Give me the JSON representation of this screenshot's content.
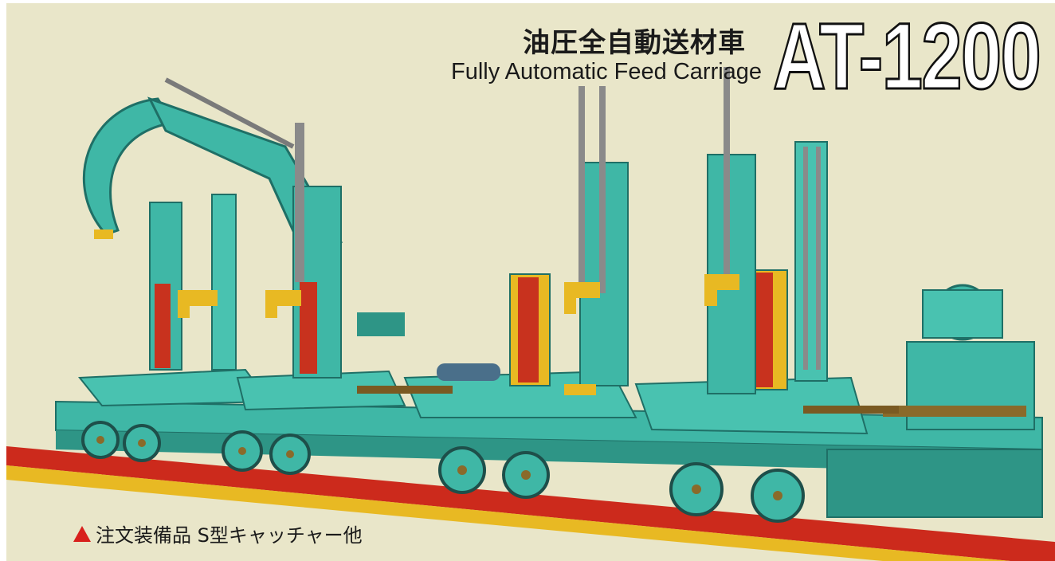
{
  "header": {
    "title_jp": "油圧全自動送材車",
    "title_en": "Fully Automatic Feed Carriage",
    "model": "AT-1200"
  },
  "caption": {
    "marker_icon": "red-triangle-icon",
    "text": "注文装備品 S型キャッチャー他"
  },
  "colors": {
    "background": "#e9e6c9",
    "machine": "#3fb7a6",
    "rail_red": "#cc2a1c",
    "rail_yellow": "#e8b923",
    "accent_red": "#c8321e"
  }
}
